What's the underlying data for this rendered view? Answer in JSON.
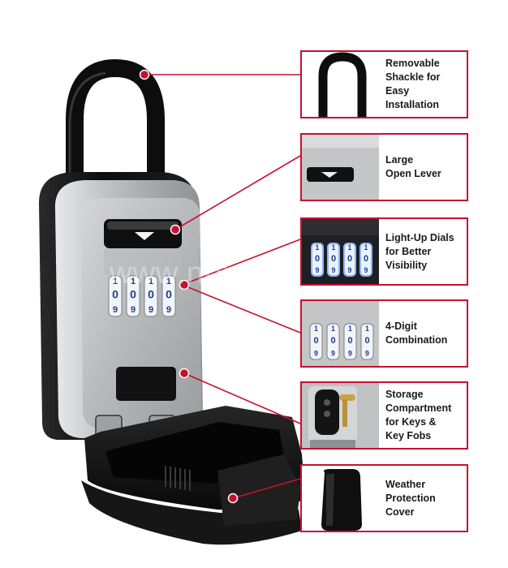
{
  "colors": {
    "accent": "#c8102e",
    "body_silver": "#b9bcbf",
    "shell_black": "#121212",
    "dial_glow": "#eaf2ff",
    "digit_blue": "#1d3f8f"
  },
  "watermark": "www.nbrato.com",
  "dial_digits": {
    "top": "1",
    "middle": "0",
    "bottom": "9"
  },
  "callouts": [
    {
      "id": "shackle",
      "label": "Removable\nShackle for Easy\nInstallation",
      "icon": "shackle-icon"
    },
    {
      "id": "lever",
      "label": "Large\nOpen Lever",
      "icon": "lever-icon"
    },
    {
      "id": "dials",
      "label": "Light-Up Dials\nfor Better\nVisibility",
      "icon": "lit-dials-icon"
    },
    {
      "id": "combination",
      "label": "4-Digit\nCombination",
      "icon": "dials-icon"
    },
    {
      "id": "storage",
      "label": "Storage\nCompartment\nfor Keys &\nKey Fobs",
      "icon": "key-fob-icon"
    },
    {
      "id": "cover",
      "label": "Weather\nProtection\nCover",
      "icon": "cover-icon"
    }
  ]
}
